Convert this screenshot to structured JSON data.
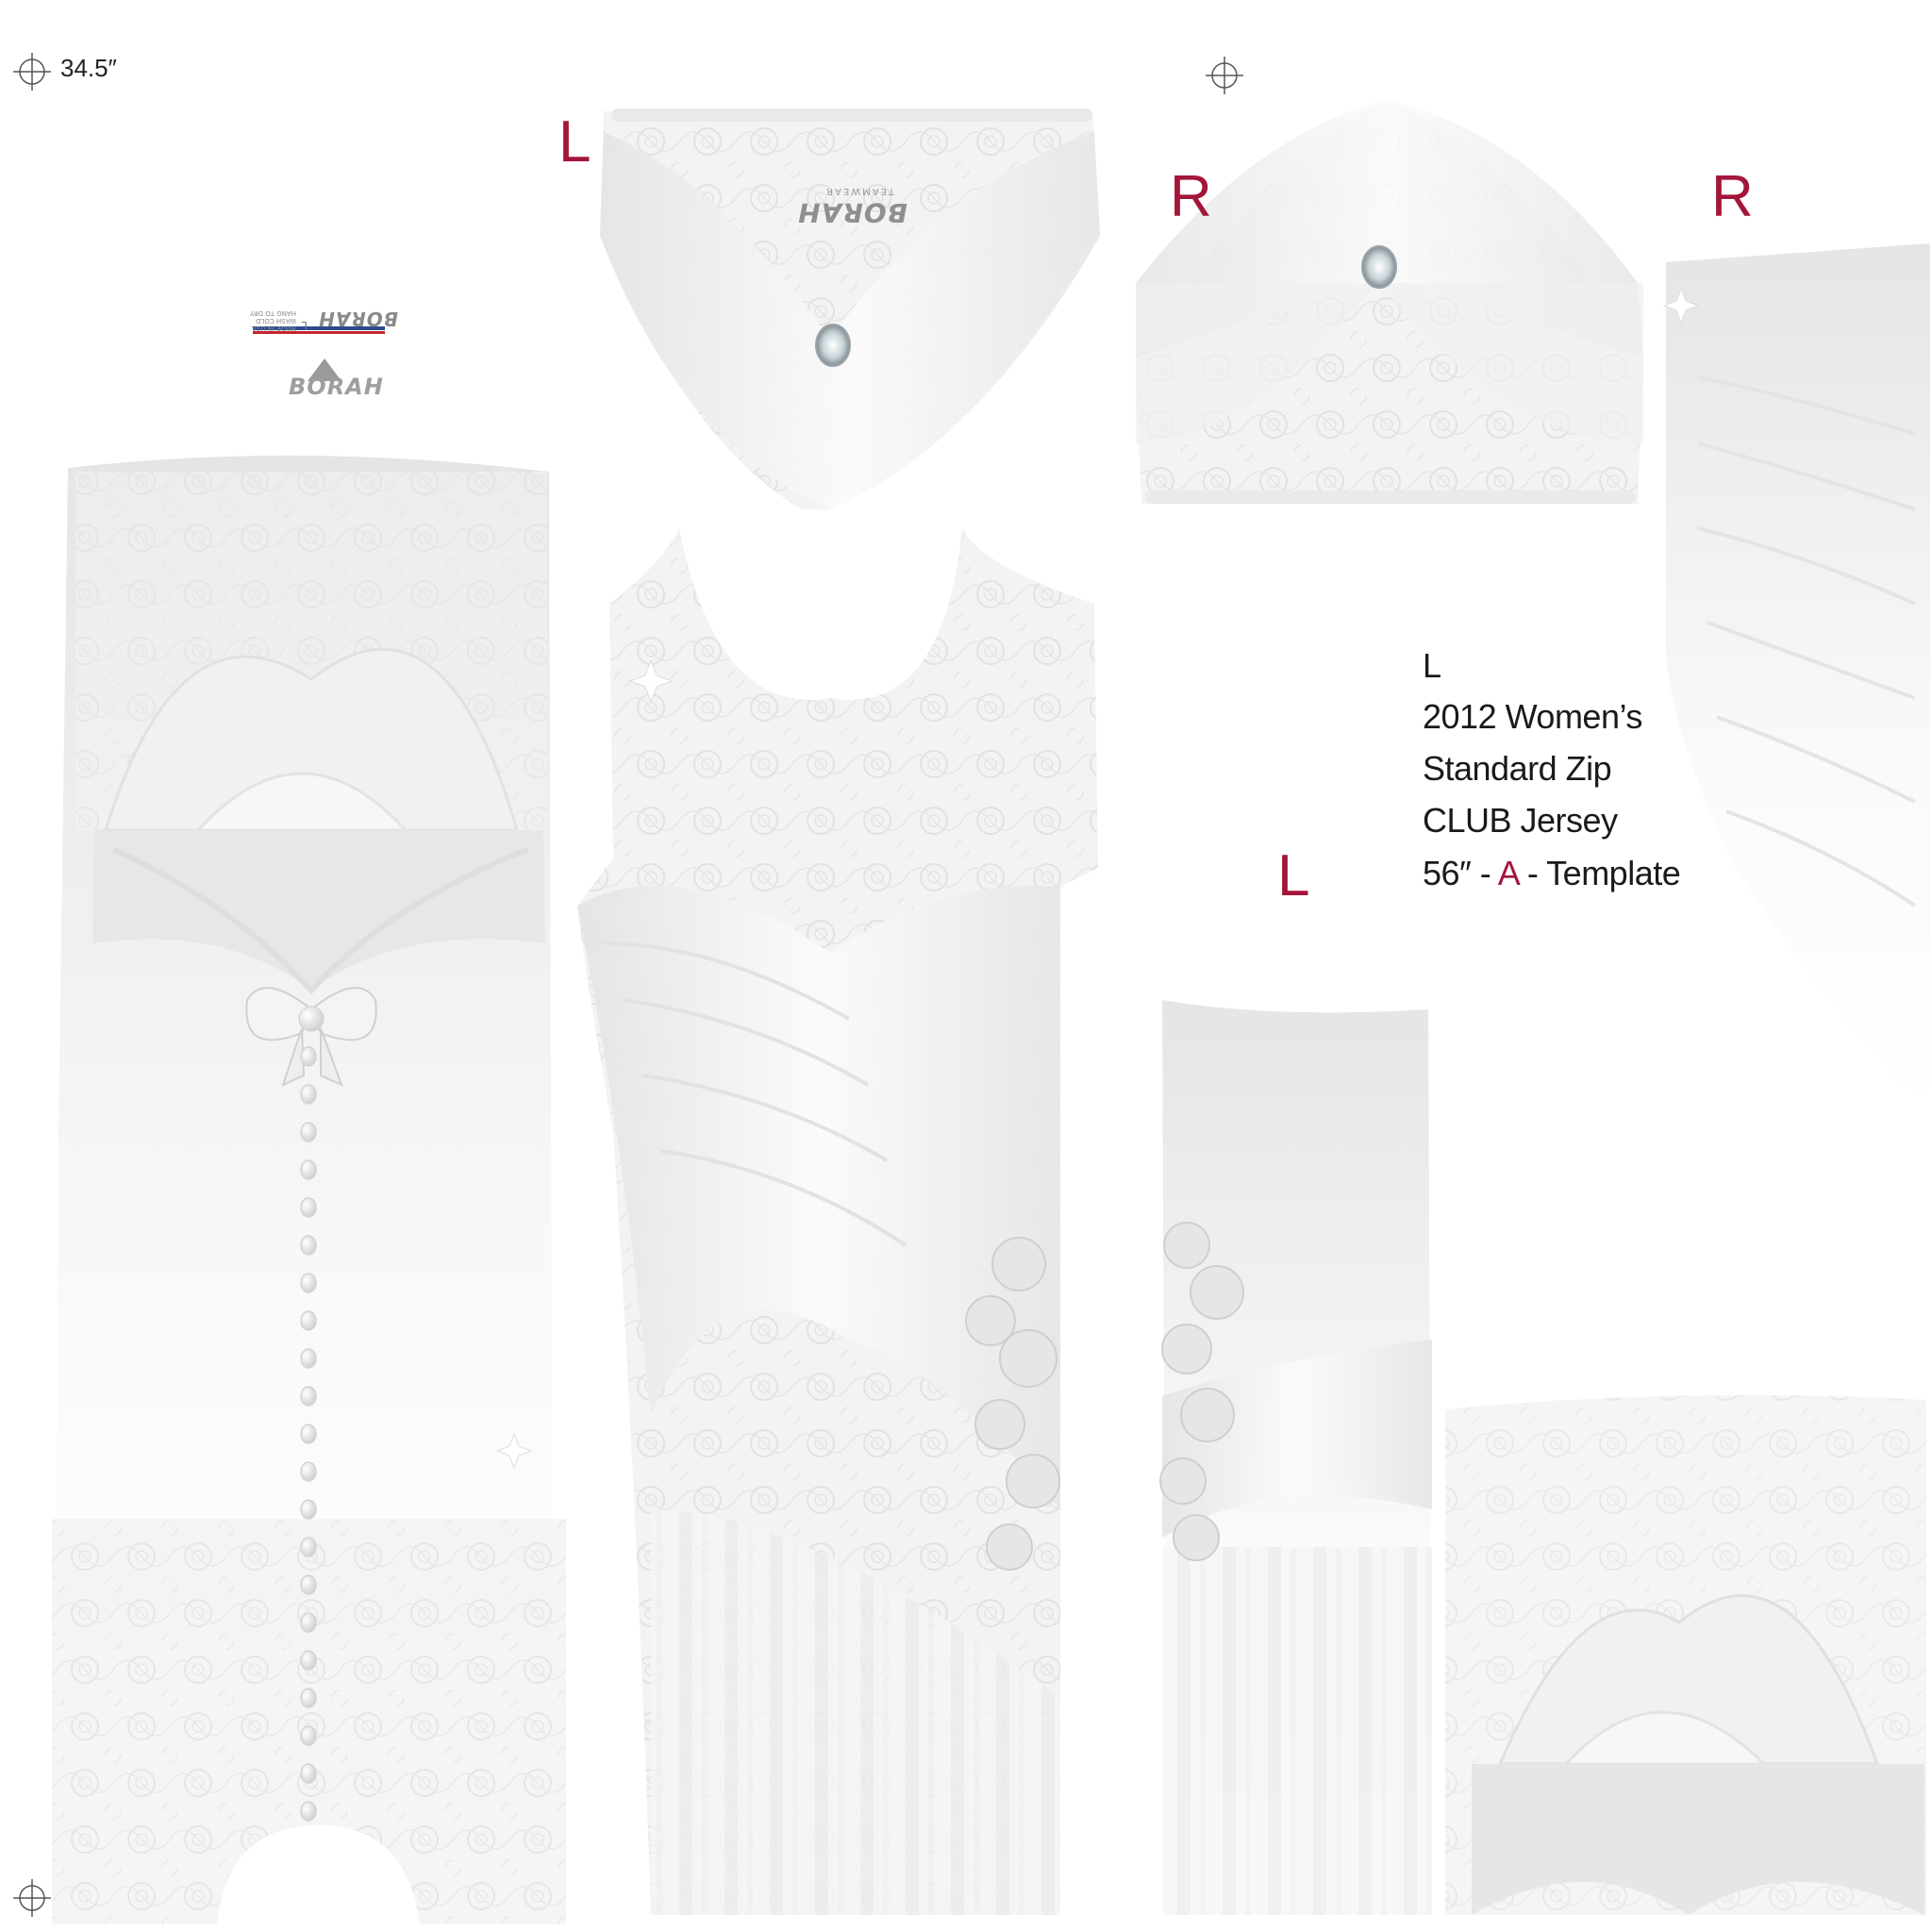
{
  "measure": {
    "width_label": "34.5″"
  },
  "side_labels": {
    "top_left_sleeve": "L",
    "top_right_sleeve": "R",
    "right_panel": "R",
    "middle_panel": "L"
  },
  "template_info": {
    "line1": "L",
    "line2": "2012 Women’s",
    "line3": "Standard Zip",
    "line4": "CLUB Jersey",
    "line5_prefix": "56″ - ",
    "line5_accent": "A",
    "line5_suffix": " - Template"
  },
  "branding": {
    "logo_word": "BORAH",
    "logo_word_sleeve": "BORAH",
    "logo_sub_sleeve": "TEAMWEAR",
    "care_label": {
      "size": "L",
      "line1": "MADE IN USA",
      "line2": "WASH COLD",
      "line3": "HANG TO DRY"
    }
  },
  "colors": {
    "accent": "#a3163a",
    "fabric": "#f2f2f2",
    "shadow": "#d4d4d4",
    "text": "#1a1a1a"
  },
  "icons": [
    "registration-mark-icon",
    "crystal-brooch-icon",
    "bow-icon",
    "pearl-button-icon",
    "lace-pattern-icon",
    "sparkle-icon"
  ]
}
